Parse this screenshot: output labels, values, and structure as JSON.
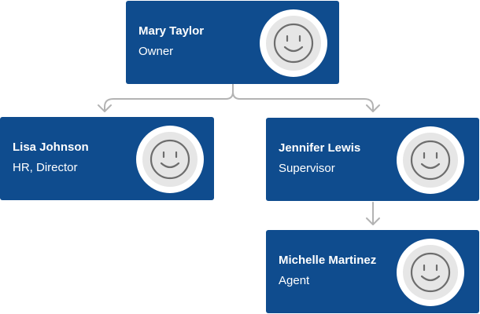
{
  "nodes": {
    "owner": {
      "name": "Mary Taylor",
      "role": "Owner"
    },
    "hr": {
      "name": "Lisa Johnson",
      "role": "HR, Director"
    },
    "supervisor": {
      "name": "Jennifer Lewis",
      "role": "Supervisor"
    },
    "agent": {
      "name": "Michelle Martinez",
      "role": "Agent"
    }
  },
  "icons": {
    "avatar": "smiley-face-icon",
    "connector": "arrow-down-icon"
  },
  "colors": {
    "card": "#0f4c8e",
    "connector": "#b3b3b3",
    "avatar_bg": "#e6e6e6",
    "face": "#6d6d6d"
  }
}
